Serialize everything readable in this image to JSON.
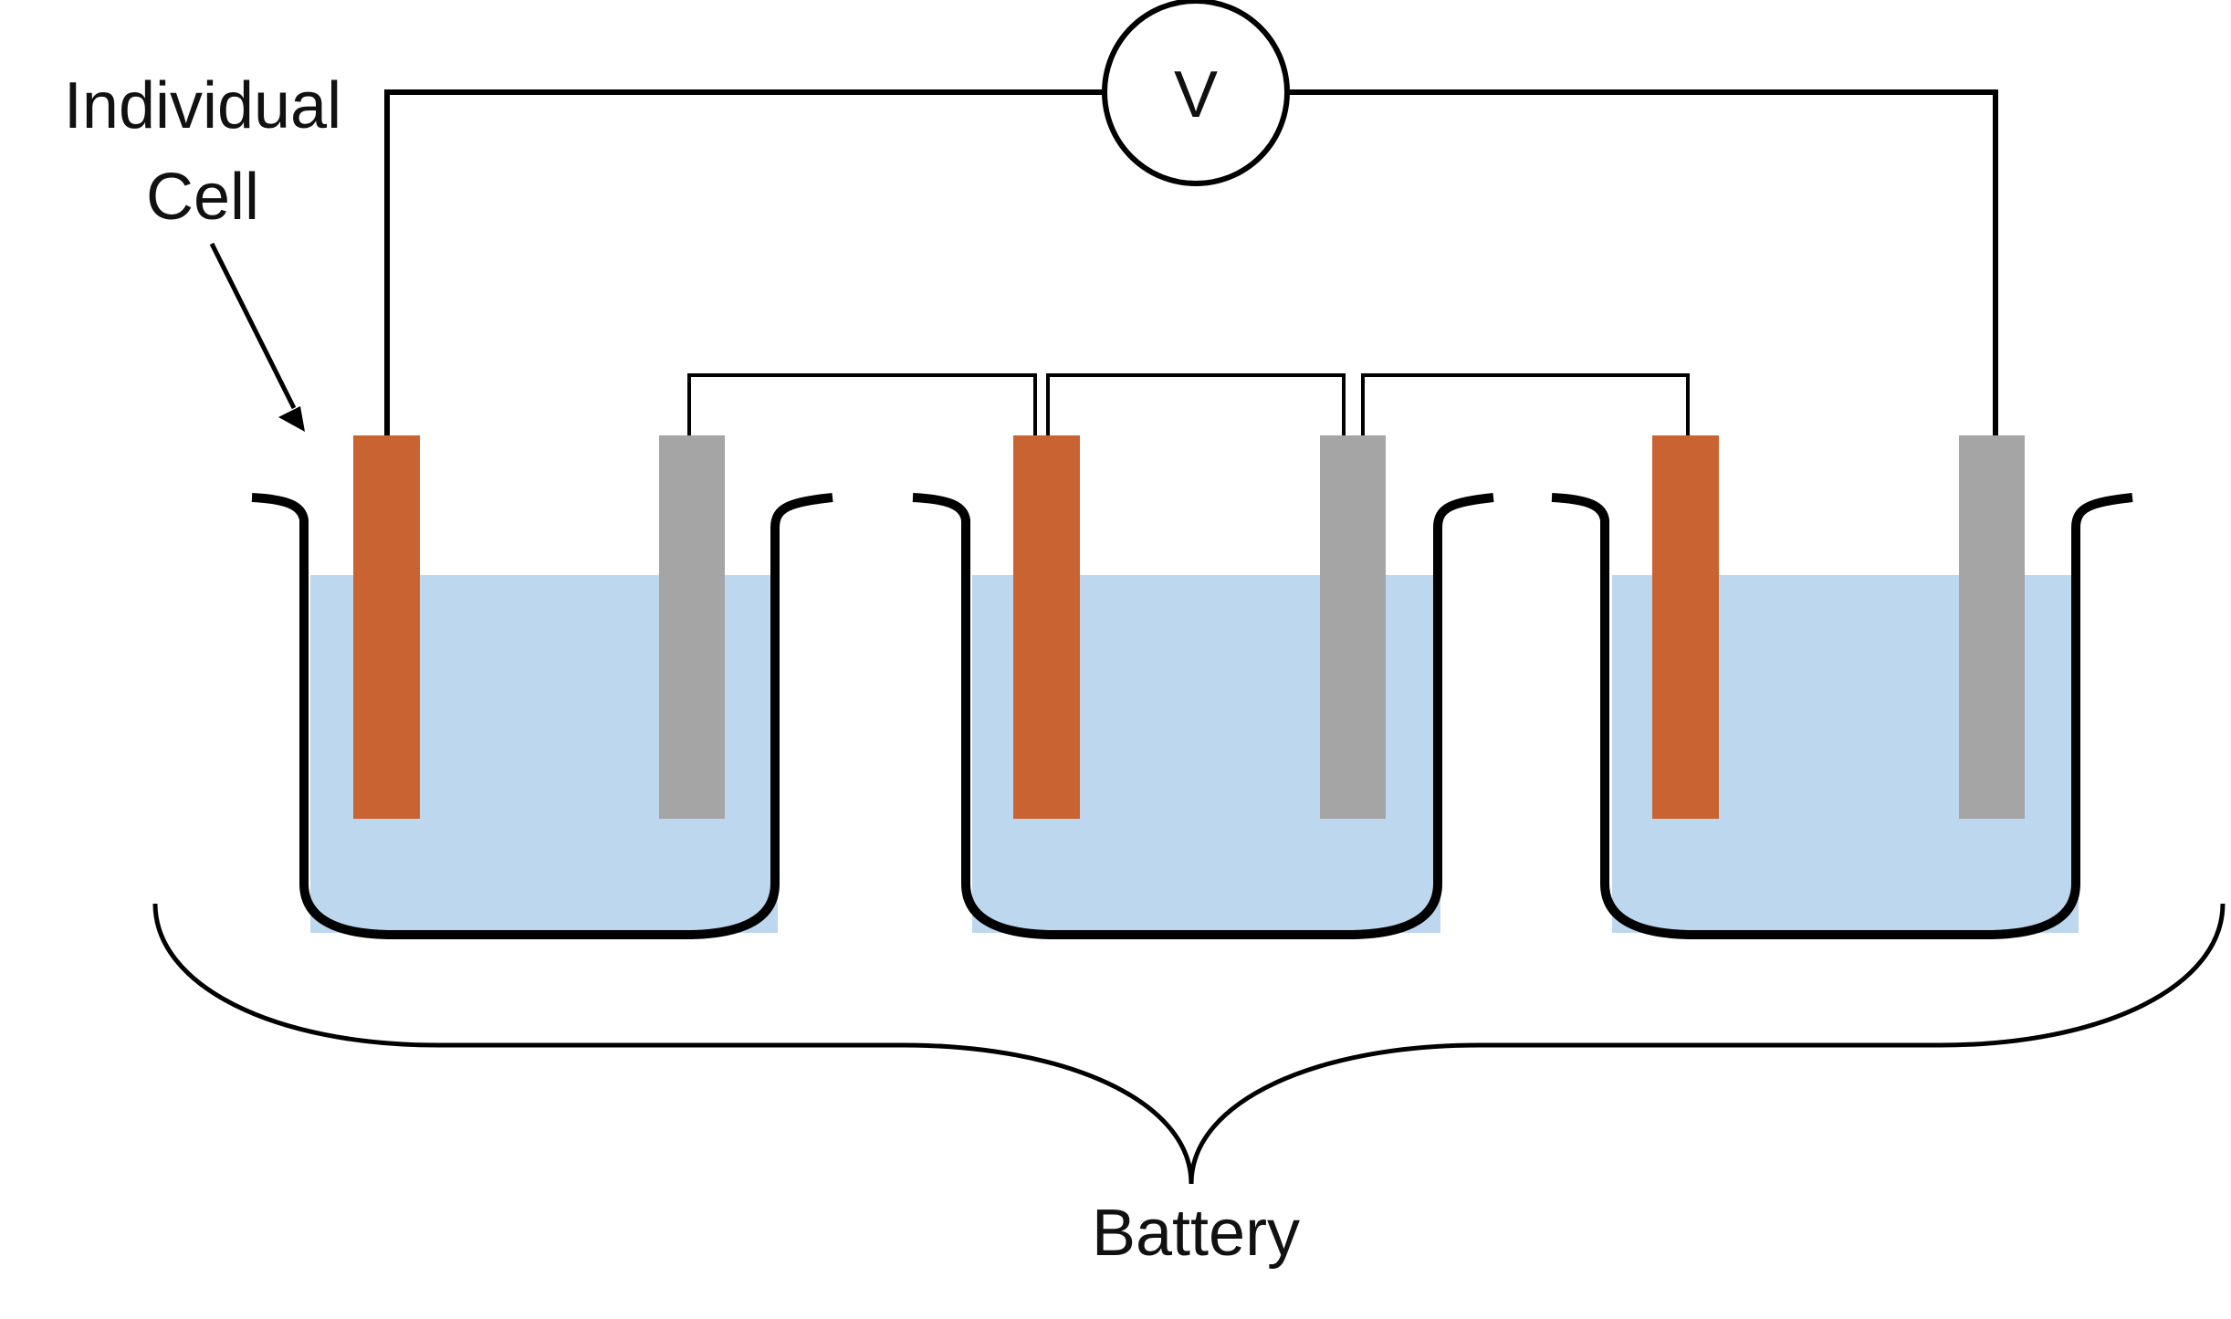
{
  "labels": {
    "individual_line1": "Individual",
    "individual_line2": "Cell",
    "voltmeter": "V",
    "battery": "Battery"
  },
  "cells": [
    {
      "anode_color": "#c96432",
      "cathode_color": "#a5a5a5"
    },
    {
      "anode_color": "#c96432",
      "cathode_color": "#a5a5a5"
    },
    {
      "anode_color": "#c96432",
      "cathode_color": "#a5a5a5"
    }
  ],
  "colors": {
    "electrolyte": "#bdd7ee",
    "anode": "#c96432",
    "cathode": "#a5a5a5",
    "outline": "#000000"
  }
}
